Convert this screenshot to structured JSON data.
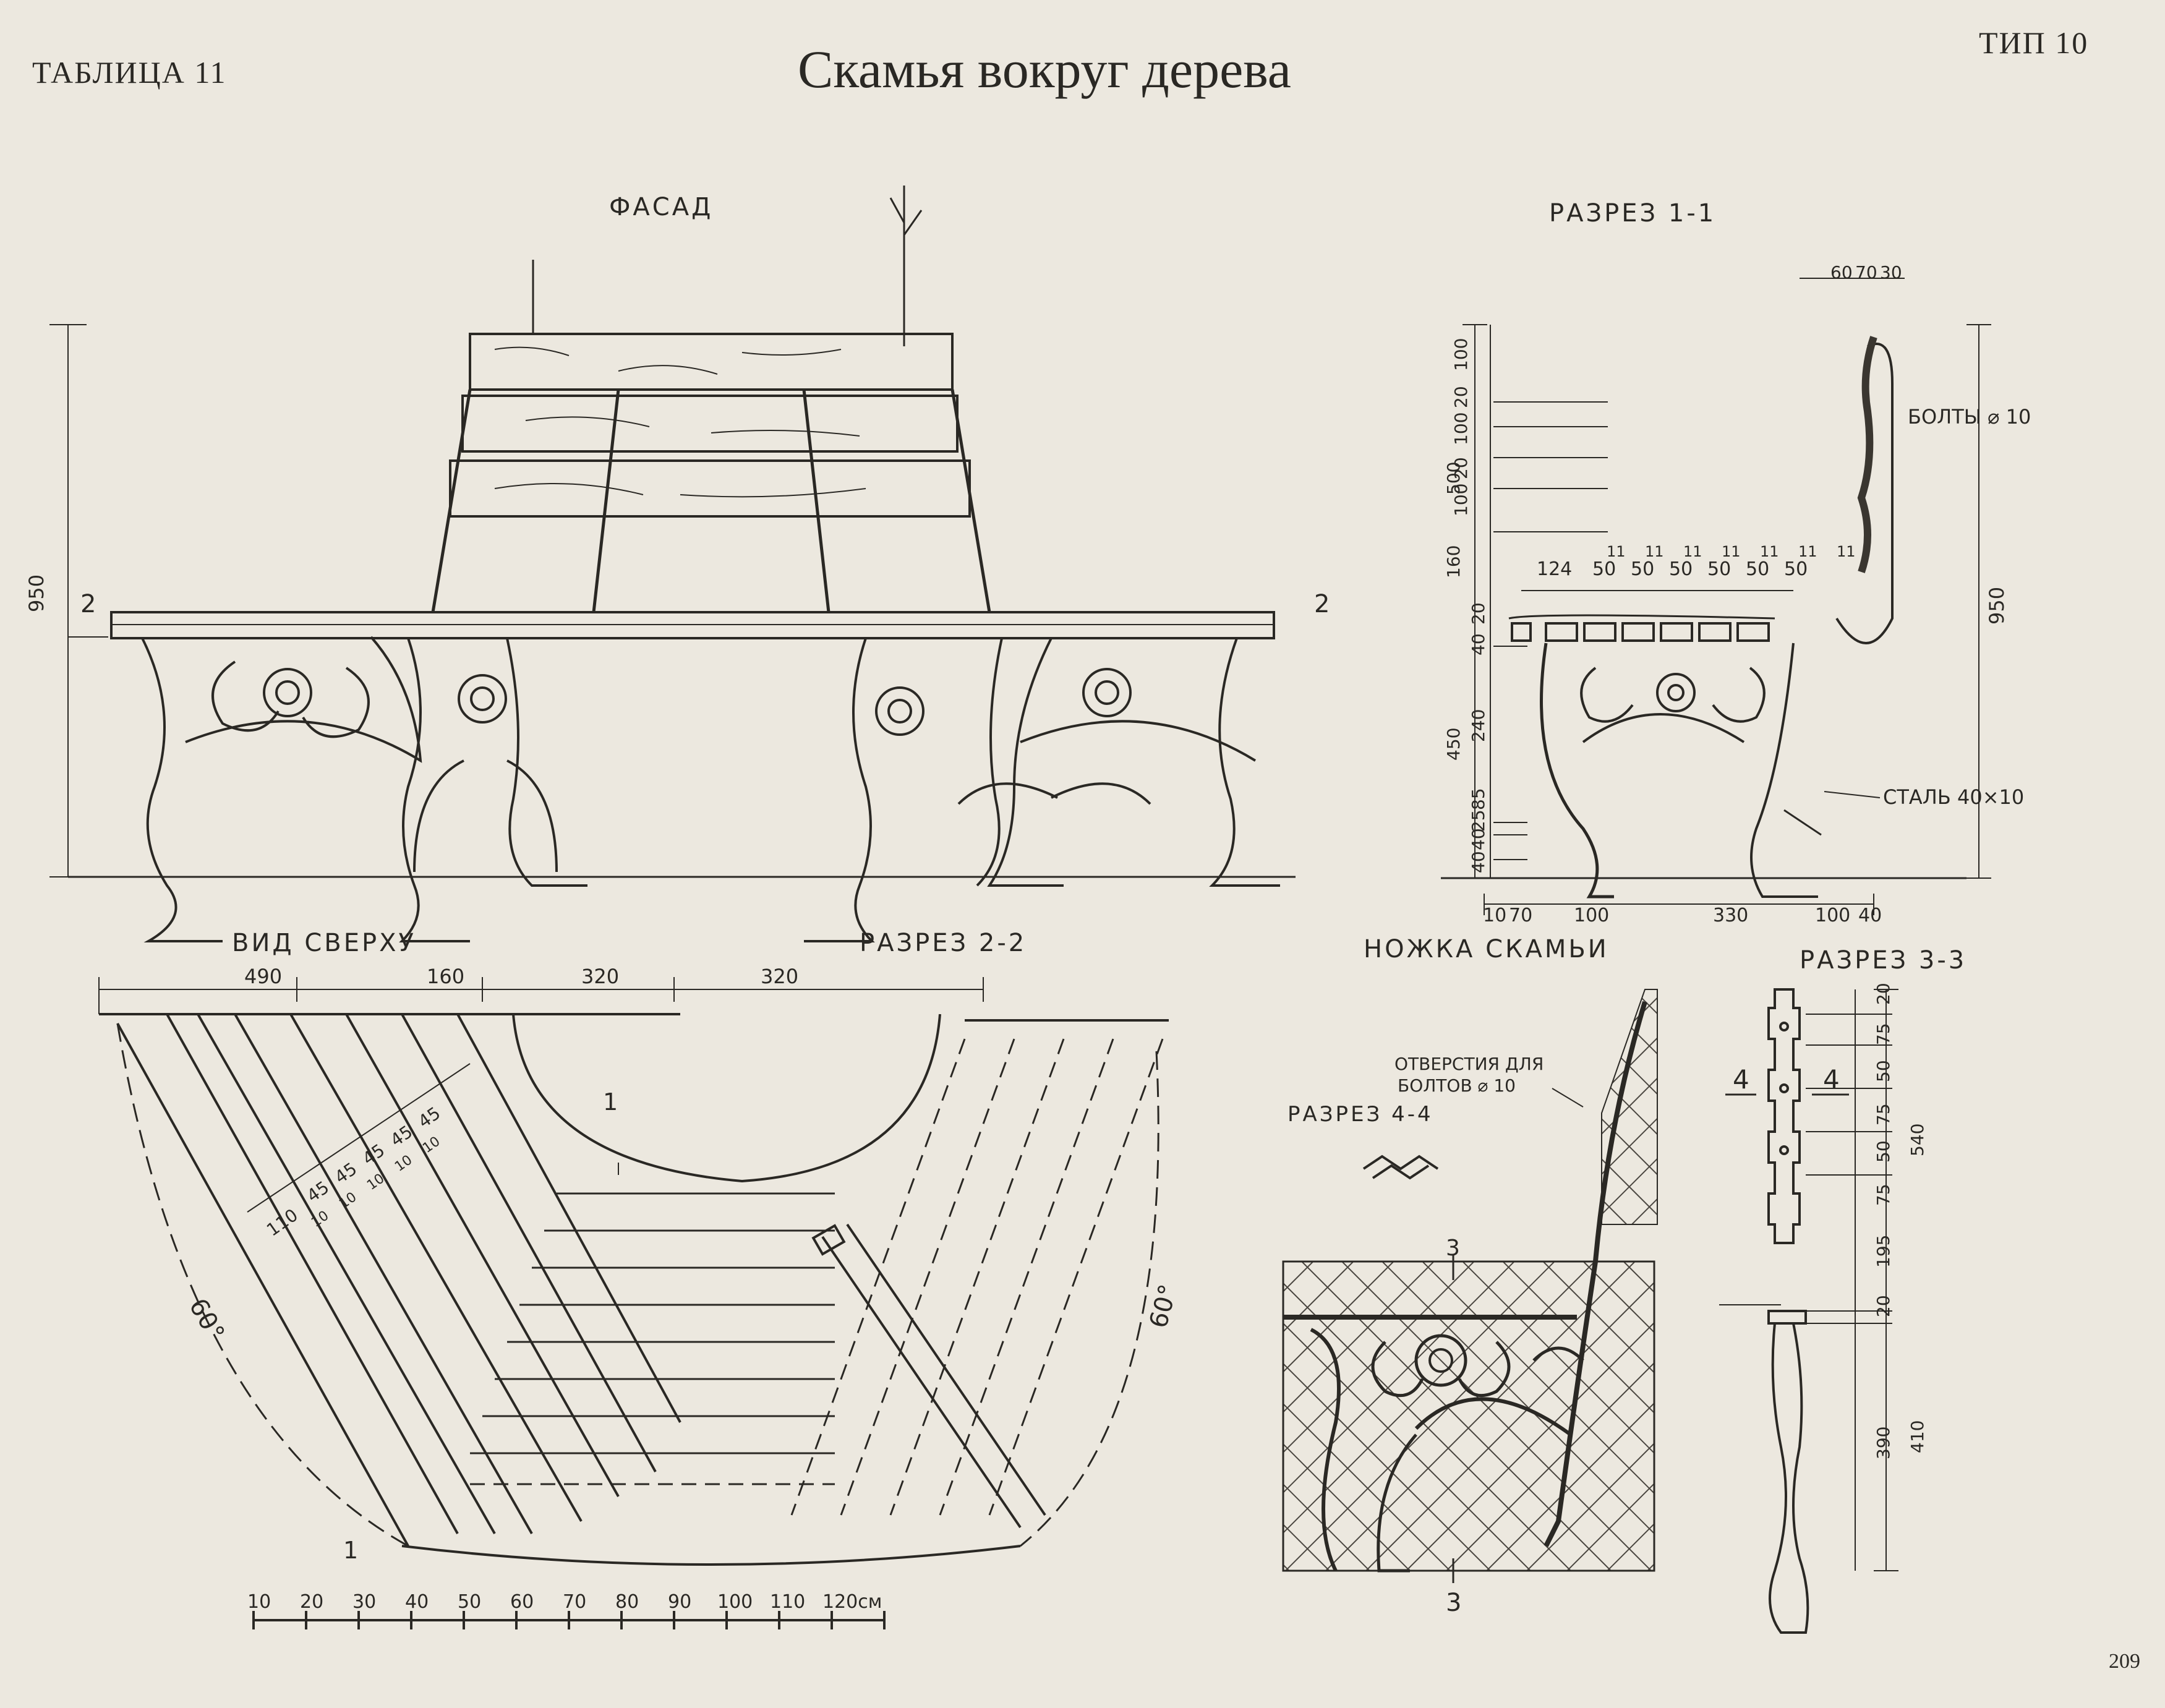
{
  "header": {
    "table_label": "ТАБЛИЦА 11",
    "title": "Скамья вокруг дерева",
    "type_label": "ТИП 10",
    "page_number": "209"
  },
  "sections": {
    "facade": "ФАСАД",
    "section_1_1": "РАЗРЕЗ 1-1",
    "top_view": "ВИД СВЕРХУ",
    "section_2_2": "РАЗРЕЗ 2-2",
    "bench_leg": "НОЖКА СКАМЬИ",
    "section_3_3": "РАЗРЕЗ 3-3",
    "section_4_4": "РАЗРЕЗ 4-4"
  },
  "annotations": {
    "bolts": "БОЛТЫ ⌀ 10",
    "steel": "СТАЛЬ 40×10",
    "bolt_holes_line1": "ОТВЕРСТИЯ ДЛЯ",
    "bolt_holes_line2": "БОЛТОВ ⌀ 10",
    "angle_60": "60°",
    "mark_1": "1",
    "mark_2": "2",
    "mark_3": "3",
    "mark_4": "4"
  },
  "dimensions": {
    "facade_height": "950",
    "s11_top": [
      "60",
      "70",
      "30"
    ],
    "s11_back_left": [
      "100",
      "20",
      "100",
      "20",
      "100"
    ],
    "s11_left_block": [
      "500",
      "160",
      "450"
    ],
    "s11_seat_left": [
      "20",
      "40",
      "240",
      "85",
      "25",
      "40",
      "40"
    ],
    "s11_seat_gaps": [
      "11",
      "11",
      "11",
      "11",
      "11",
      "11",
      "11"
    ],
    "s11_seat_top": [
      "124",
      "50",
      "50",
      "50",
      "50",
      "50",
      "50"
    ],
    "s11_right_height": "950",
    "s11_bottom": [
      "10",
      "70",
      "100",
      "330",
      "100",
      "40"
    ],
    "top_dims": [
      "490",
      "160",
      "320",
      "320"
    ],
    "top_inner": [
      "110",
      "45",
      "45",
      "45",
      "45",
      "45",
      "10",
      "10",
      "10",
      "10",
      "10"
    ],
    "s33_right": [
      "20",
      "75",
      "50",
      "75",
      "50",
      "75",
      "195",
      "20",
      "540",
      "410",
      "390"
    ]
  },
  "scale": {
    "ticks": [
      "10",
      "20",
      "30",
      "40",
      "50",
      "60",
      "70",
      "80",
      "90",
      "100",
      "110",
      "120см"
    ]
  }
}
